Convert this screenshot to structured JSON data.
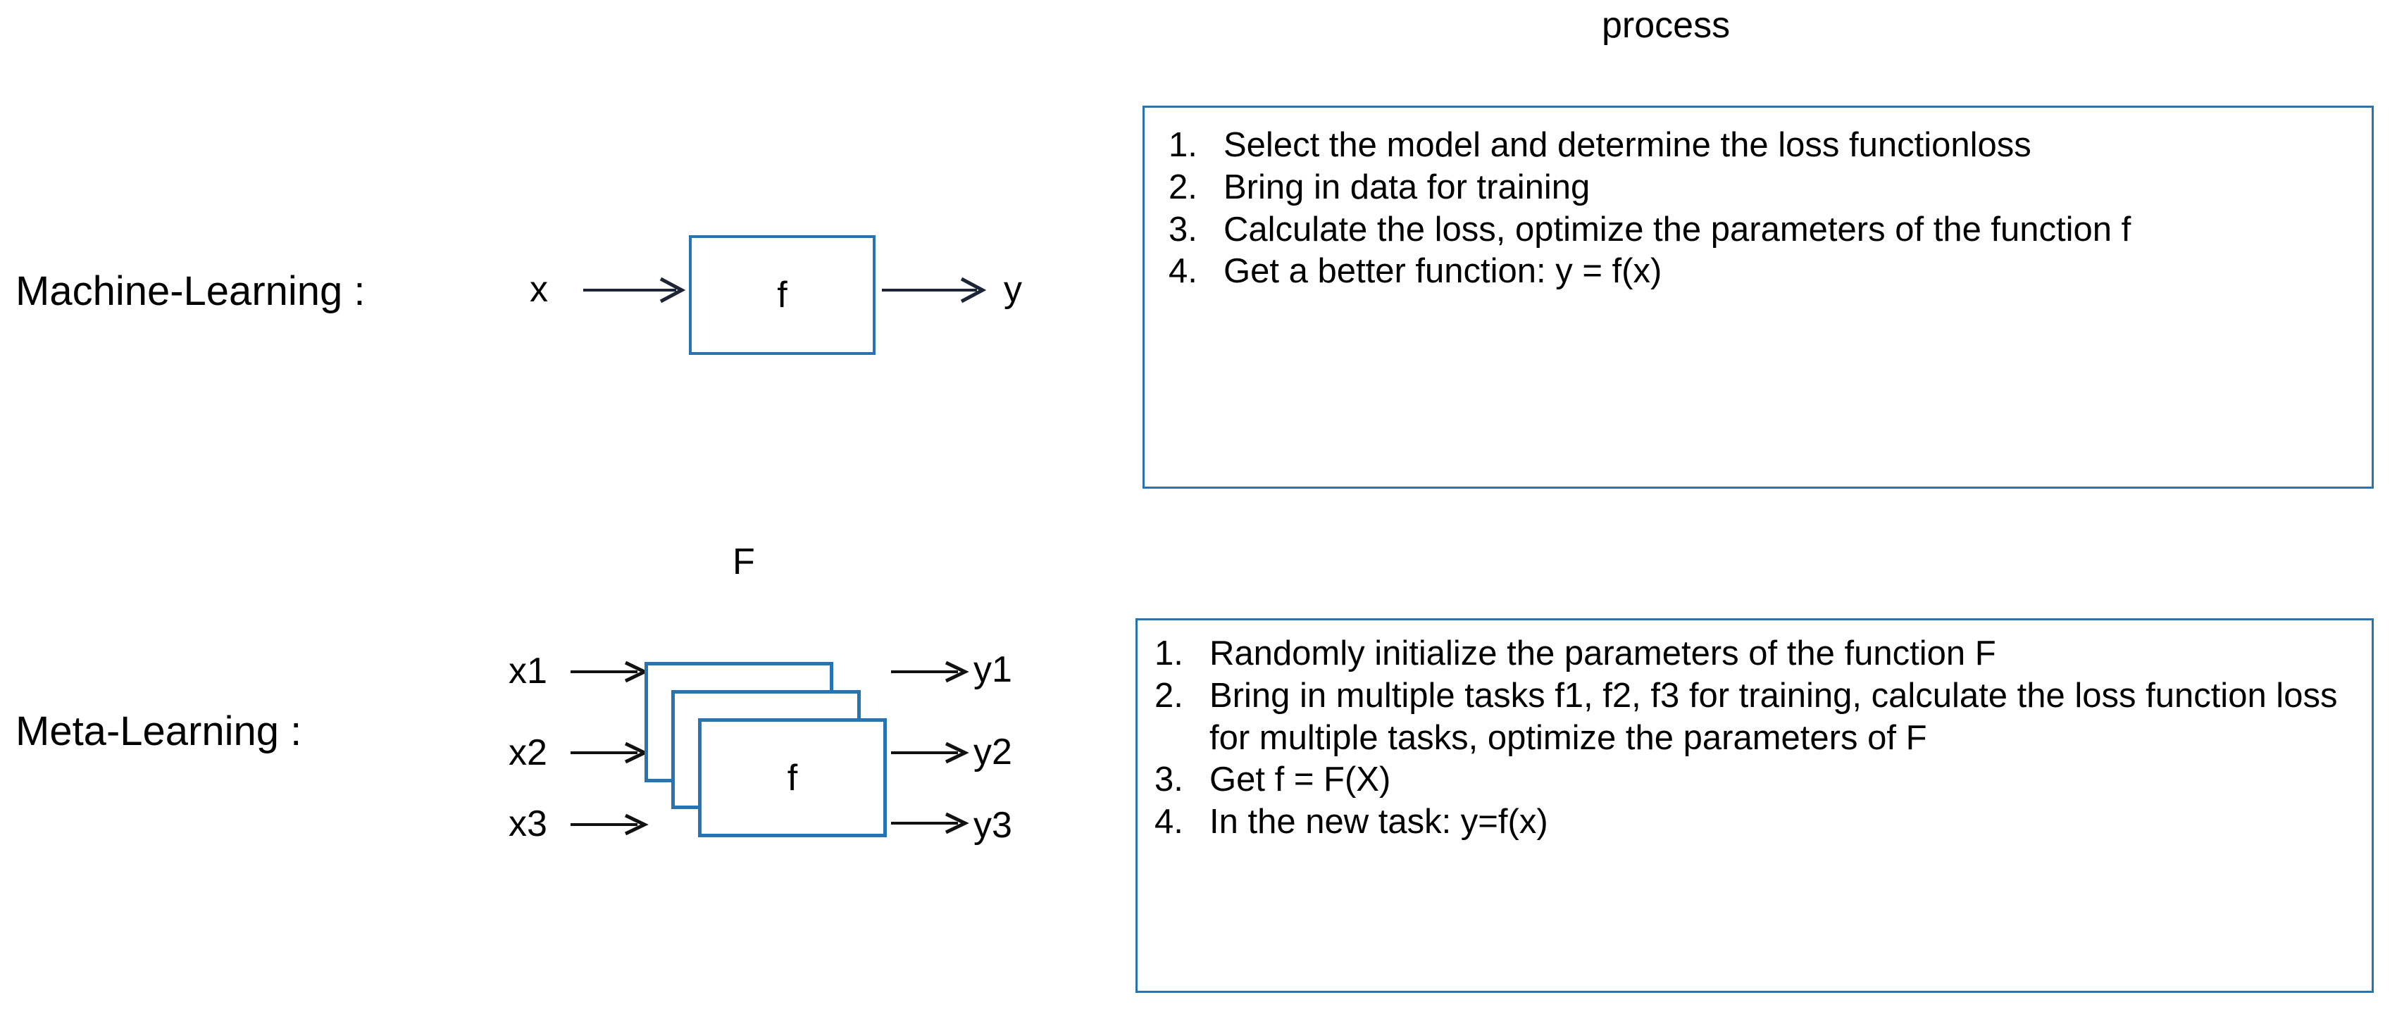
{
  "theme": {
    "accent_blue": "#2874B2",
    "text_color": "#000000",
    "background": "#ffffff"
  },
  "rows": {
    "machine_learning": {
      "label": "Machine-Learning :",
      "input": "x",
      "block": "f",
      "output": "y"
    },
    "meta_learning": {
      "label": "Meta-Learning :",
      "stack_label": "F",
      "block": "f",
      "inputs": [
        "x1",
        "x2",
        "x3"
      ],
      "outputs": [
        "y1",
        "y2",
        "y3"
      ]
    }
  },
  "process": {
    "title": "process",
    "machine_learning_steps": [
      {
        "num": "1.",
        "text": "Select the model and determine the loss functionloss"
      },
      {
        "num": "2.",
        "text": "Bring in data for training"
      },
      {
        "num": "3.",
        "text": "Calculate the loss, optimize the parameters of the function f"
      },
      {
        "num": "4.",
        "text": "Get a better function: y = f(x)"
      }
    ],
    "meta_learning_steps": [
      {
        "num": "1.",
        "text": "Randomly initialize the parameters of the function F"
      },
      {
        "num": "2.",
        "text": "Bring in multiple tasks f1, f2, f3 for training, calculate the loss function loss for multiple tasks, optimize the parameters of F"
      },
      {
        "num": "3.",
        "text": "Get f = F(X)"
      },
      {
        "num": "4.",
        "text": "In the new task: y=f(x)"
      }
    ]
  }
}
